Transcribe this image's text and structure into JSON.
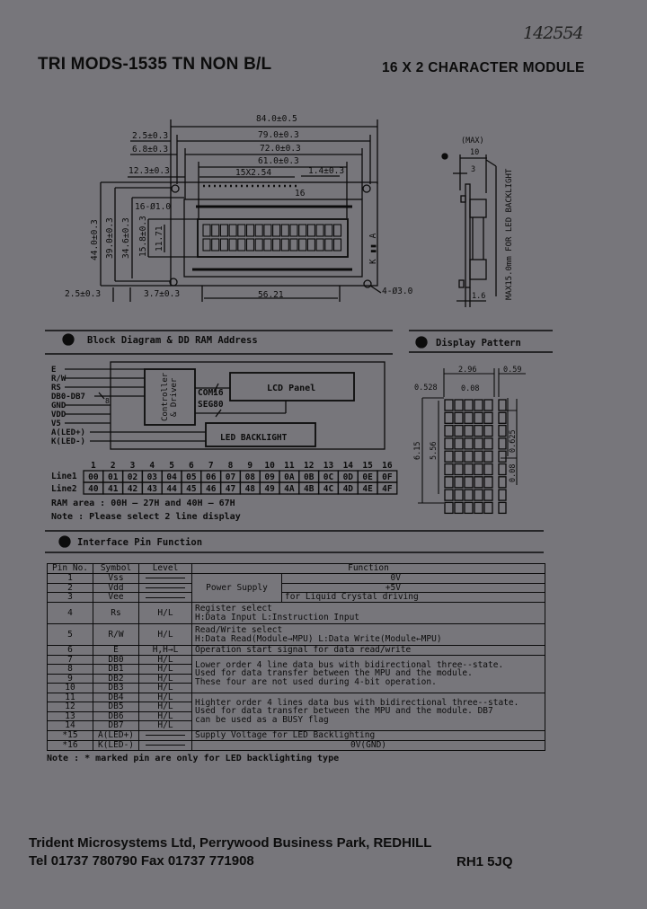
{
  "handwritten_number": "142554",
  "header": {
    "title": "TRI MODS-1535 TN NON B/L",
    "subtitle": "16 X 2 CHARACTER MODULE"
  },
  "mechanical_drawing": {
    "top_dims": [
      "84.0±0.5",
      "79.0±0.3",
      "72.0±0.3",
      "61.0±0.3",
      "15X2.54",
      "1.4±0.3"
    ],
    "left_dims": [
      "2.5±0.3",
      "6.8±0.3",
      "12.3±0.3"
    ],
    "vertical_dims": [
      "44.0±0.3",
      "39.0±0.3",
      "34.6±0.3",
      "15.8±0.3",
      "11.71"
    ],
    "pin_holes": "16-Ø1.0",
    "pin_16_label": "16",
    "bottom_dims": [
      "2.5±0.3",
      "3.7±0.3",
      "56.21"
    ],
    "mount_holes": "4-Ø3.0",
    "led_label": "K ▮▮ A",
    "side_view": {
      "max_label": "(MAX)",
      "max_value": "10",
      "dim_3": "3",
      "dim_1_6": "1.6",
      "backlight_note": "MAX15.0mm FOR LED BACKLIGHT"
    }
  },
  "block_diagram": {
    "heading": "Block Diagram & DD RAM Address",
    "signals": [
      "E",
      "R/W",
      "RS",
      "DB0-DB7",
      "GND",
      "VDD",
      "V5",
      "A(LED+)",
      "K(LED-)"
    ],
    "bus_width": "8",
    "controller_label": "Controller & Driver",
    "com_label": "COM16",
    "seg_label": "SEG80",
    "lcd_panel": "LCD Panel",
    "led_backlight": "LED BACKLIGHT",
    "columns": [
      "1",
      "2",
      "3",
      "4",
      "5",
      "6",
      "7",
      "8",
      "9",
      "10",
      "11",
      "12",
      "13",
      "14",
      "15",
      "16"
    ],
    "line1_label": "Line1",
    "line2_label": "Line2",
    "line1": [
      "00",
      "01",
      "02",
      "03",
      "04",
      "05",
      "06",
      "07",
      "08",
      "09",
      "0A",
      "0B",
      "0C",
      "0D",
      "0E",
      "0F"
    ],
    "line2": [
      "40",
      "41",
      "42",
      "43",
      "44",
      "45",
      "46",
      "47",
      "48",
      "49",
      "4A",
      "4B",
      "4C",
      "4D",
      "4E",
      "4F"
    ],
    "ram_area": "RAM area : 00H — 27H and 40H — 67H",
    "note": "Note : Please select 2 line display"
  },
  "display_pattern": {
    "heading": "Display Pattern",
    "dims": {
      "char_width": "2.96",
      "cursor_gap": "0.59",
      "dot_width": "0.528",
      "dot_gap": "0.08",
      "char_height": "6.15",
      "char_height_inner": "5.56",
      "dot_height": "0.625",
      "dot_vgap": "0.08"
    }
  },
  "interface": {
    "heading": "Interface Pin Function",
    "headers": [
      "Pin No.",
      "Symbol",
      "Level",
      "Function"
    ],
    "power_supply_label": "Power Supply",
    "rows": [
      {
        "pin": "1",
        "symbol": "Vss",
        "level": "",
        "function": "0V"
      },
      {
        "pin": "2",
        "symbol": "Vdd",
        "level": "",
        "function": "+5V"
      },
      {
        "pin": "3",
        "symbol": "Vee",
        "level": "",
        "function": "for Liquid Crystal driving"
      },
      {
        "pin": "4",
        "symbol": "Rs",
        "level": "H/L",
        "function": "Register select",
        "function2": "H:Data Input    L:Instruction Input"
      },
      {
        "pin": "5",
        "symbol": "R/W",
        "level": "H/L",
        "function": "Read/Write select",
        "function2": "H:Data Read(Module→MPU)   L:Data Write(Module←MPU)"
      },
      {
        "pin": "6",
        "symbol": "E",
        "level": "H,H→L",
        "function": "Operation start signal for data read/write"
      },
      {
        "pin": "7",
        "symbol": "DB0",
        "level": "H/L"
      },
      {
        "pin": "8",
        "symbol": "DB1",
        "level": "H/L"
      },
      {
        "pin": "9",
        "symbol": "DB2",
        "level": "H/L"
      },
      {
        "pin": "10",
        "symbol": "DB3",
        "level": "H/L"
      },
      {
        "pin": "11",
        "symbol": "DB4",
        "level": "H/L"
      },
      {
        "pin": "12",
        "symbol": "DB5",
        "level": "H/L"
      },
      {
        "pin": "13",
        "symbol": "DB6",
        "level": "H/L"
      },
      {
        "pin": "14",
        "symbol": "DB7",
        "level": "H/L"
      },
      {
        "pin": "*15",
        "symbol": "A(LED+)",
        "level": "",
        "function": "Supply Voltage for LED Backlighting"
      },
      {
        "pin": "*16",
        "symbol": "K(LED-)",
        "level": "",
        "function": "0V(GND)"
      }
    ],
    "lower_bus": [
      "Lower order 4 line data bus with bidirectional three--state.",
      "Used for data transfer between the MPU and the module.",
      "These four are not used during 4-bit operation."
    ],
    "upper_bus": [
      "Highter order 4 lines data bus with bidirectional three--state.",
      "Used for data transfer between the MPU and the module. DB7",
      "can be used as a BUSY flag"
    ],
    "note": "Note : * marked pin are only for LED backlighting type"
  },
  "footer": {
    "line1": "Trident Microsystems Ltd, Perrywood Business Park, REDHILL",
    "line2": "Tel 01737 780790  Fax 01737 771908",
    "postcode": "RH1 5JQ"
  }
}
